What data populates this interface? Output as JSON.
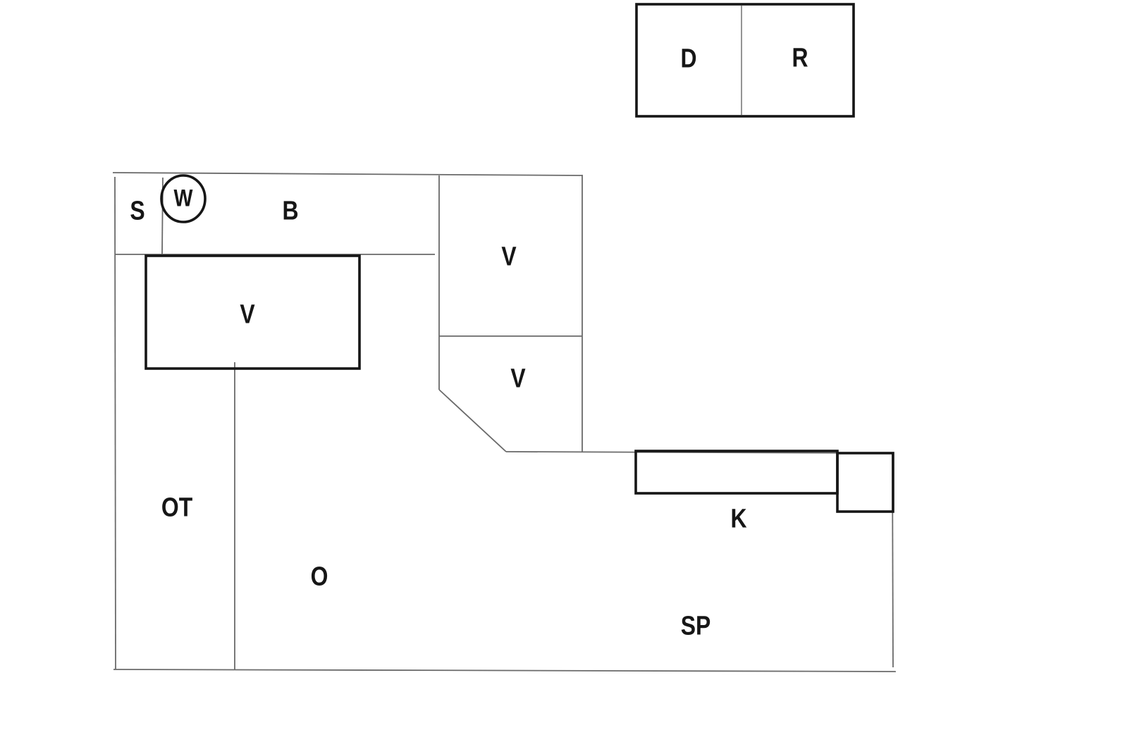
{
  "diagram": {
    "kind": "hand-drawn floor plan sketch",
    "colors": {
      "background": "#ffffff",
      "thin_line": "#6a6a6a",
      "bold_line": "#161616",
      "text": "#161616"
    }
  },
  "detached_box": {
    "left_label": "D",
    "right_label": "R"
  },
  "labels": {
    "s": "S",
    "w": "W",
    "b": "B",
    "v_rect": "V",
    "v_upper": "V",
    "v_lower": "V",
    "ot": "OT",
    "o": "O",
    "k": "K",
    "sp": "SP"
  }
}
